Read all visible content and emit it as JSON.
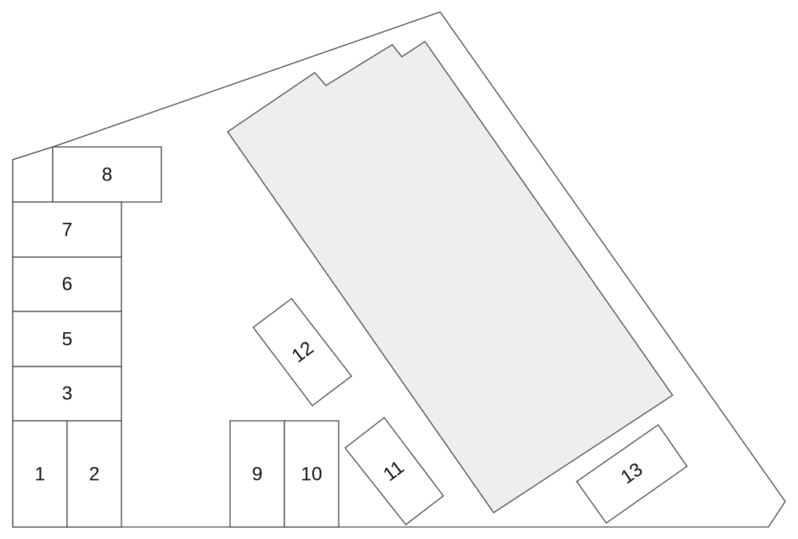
{
  "colors": {
    "building_fill": "#eeeeee",
    "line": "#444444"
  },
  "plots": [
    {
      "id": "plot-1",
      "label": "1"
    },
    {
      "id": "plot-2",
      "label": "2"
    },
    {
      "id": "plot-3",
      "label": "3"
    },
    {
      "id": "plot-5",
      "label": "5"
    },
    {
      "id": "plot-6",
      "label": "6"
    },
    {
      "id": "plot-7",
      "label": "7"
    },
    {
      "id": "plot-8",
      "label": "8"
    },
    {
      "id": "plot-9",
      "label": "9"
    },
    {
      "id": "plot-10",
      "label": "10"
    },
    {
      "id": "plot-11",
      "label": "11"
    },
    {
      "id": "plot-12",
      "label": "12"
    },
    {
      "id": "plot-13",
      "label": "13"
    }
  ]
}
